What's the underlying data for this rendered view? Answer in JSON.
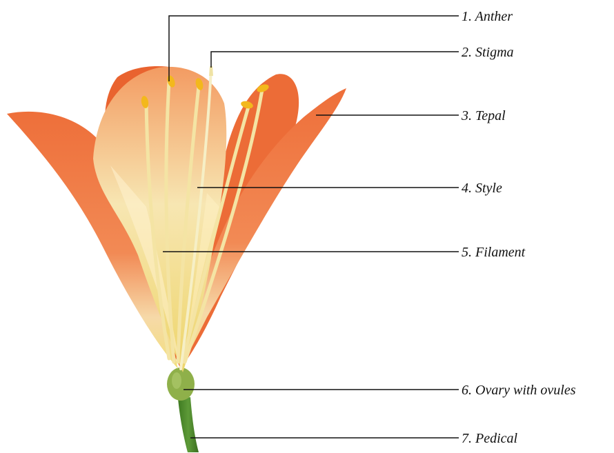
{
  "diagram": {
    "subject": "flower-longitudinal-view",
    "labels": [
      {
        "id": "anther",
        "text": "1. Anther"
      },
      {
        "id": "stigma",
        "text": "2. Stigma"
      },
      {
        "id": "tepal",
        "text": "3. Tepal"
      },
      {
        "id": "style",
        "text": "4. Style"
      },
      {
        "id": "filament",
        "text": "5. Filament"
      },
      {
        "id": "ovary",
        "text": "6. Ovary with ovules"
      },
      {
        "id": "pedical",
        "text": "7. Pedical"
      }
    ],
    "colors": {
      "tepal": "#ef7a45",
      "tepal_dark": "#d9582a",
      "throat": "#f4e08a",
      "filament": "#f3e2a0",
      "anther": "#f3b81c",
      "ovary": "#8fb04a",
      "pedicel": "#4f8a2c",
      "leader_line": "#111111"
    }
  }
}
